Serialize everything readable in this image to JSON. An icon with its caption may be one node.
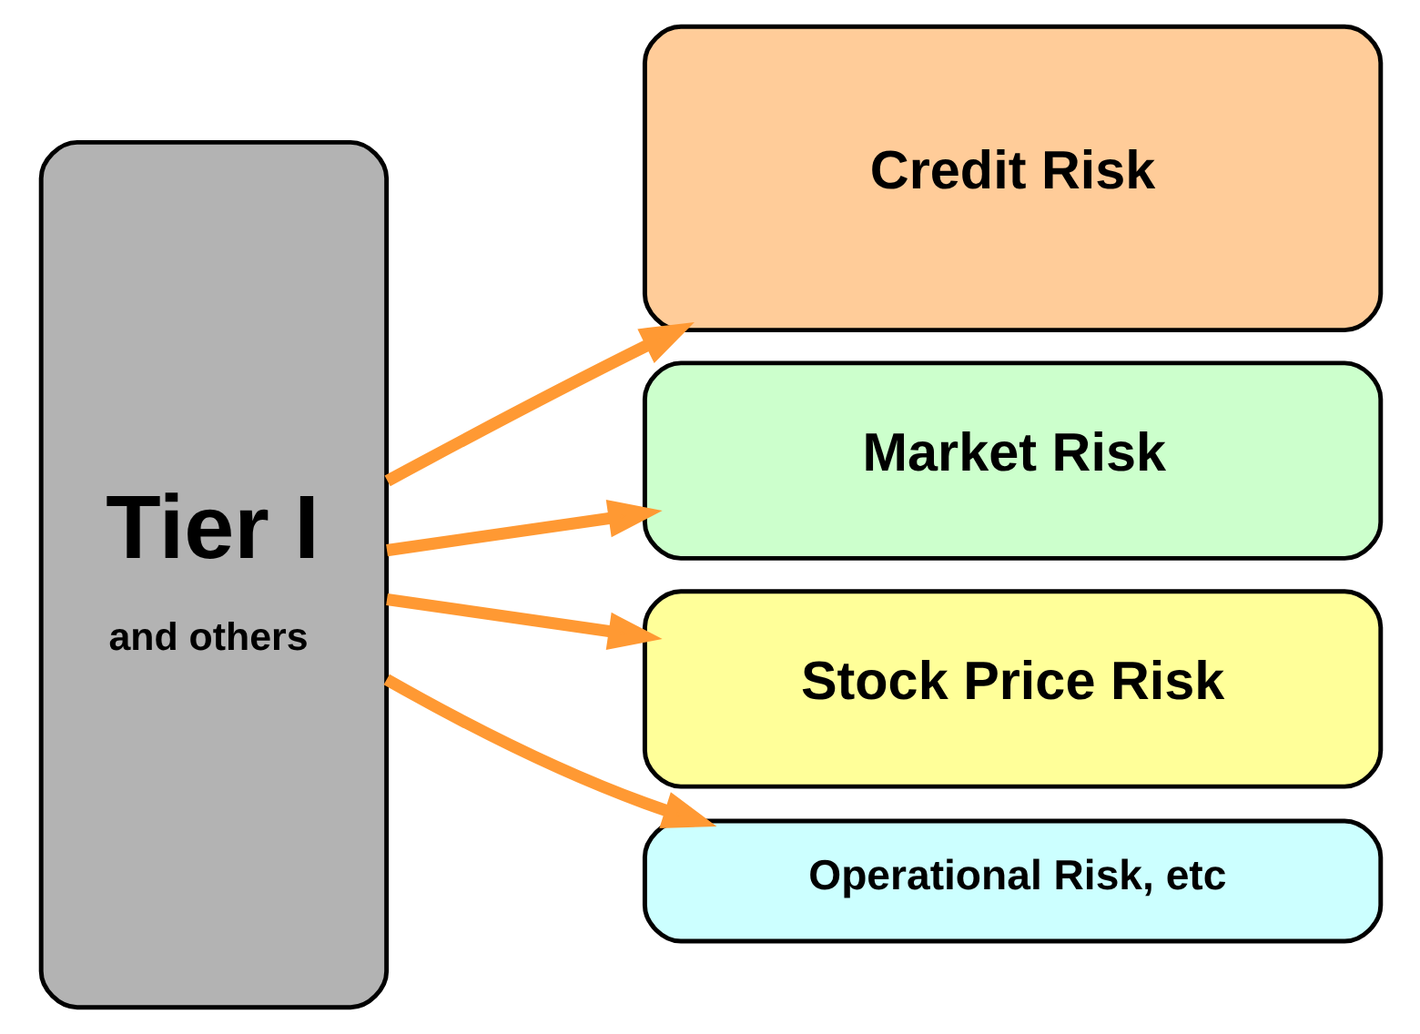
{
  "diagram": {
    "nodes": [
      {
        "text": [
          "Tier I",
          "and others"
        ]
      },
      {
        "text": [
          "Credit Risk"
        ]
      },
      {
        "text": [
          "Market Risk"
        ]
      },
      {
        "text": [
          "Stock Price Risk"
        ]
      },
      {
        "text": [
          "Operational Risk, etc"
        ]
      }
    ],
    "edges": [
      {
        "from": 0,
        "to": 1,
        "arrow": "to"
      },
      {
        "from": 0,
        "to": 2,
        "arrow": "to"
      },
      {
        "from": 0,
        "to": 3,
        "arrow": "to"
      },
      {
        "from": 0,
        "to": 4,
        "arrow": "to"
      }
    ]
  }
}
